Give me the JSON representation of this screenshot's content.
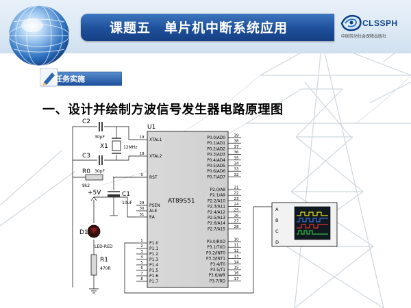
{
  "header": {
    "title": "课题五　单片机中断系统应用",
    "logo_text": "CLSSPH",
    "logo_subtext": "中国劳动社会保障出版社"
  },
  "badge": {
    "label": "任务实施"
  },
  "section": {
    "heading": "一、设计并绘制方波信号发生器电路原理图"
  },
  "circuit": {
    "chip": {
      "ref": "U1",
      "name": "AT89S51",
      "left_pins": [
        {
          "num": "19",
          "name": "XTAL1"
        },
        {
          "num": "18",
          "name": "XTAL2"
        },
        {
          "num": "9",
          "name": "RST"
        },
        {
          "num": "29",
          "name": "PSEN"
        },
        {
          "num": "30",
          "name": "ALE"
        },
        {
          "num": "31",
          "name": "EA"
        },
        {
          "num": "1",
          "name": "P1.0"
        },
        {
          "num": "2",
          "name": "P1.1"
        },
        {
          "num": "3",
          "name": "P1.2"
        },
        {
          "num": "4",
          "name": "P1.3"
        },
        {
          "num": "5",
          "name": "P1.4"
        },
        {
          "num": "6",
          "name": "P1.5"
        },
        {
          "num": "7",
          "name": "P1.6"
        },
        {
          "num": "8",
          "name": "P1.7"
        }
      ],
      "right_pins": [
        {
          "num": "39",
          "name": "P0.0/AD0"
        },
        {
          "num": "38",
          "name": "P0.1/AD1"
        },
        {
          "num": "37",
          "name": "P0.2/AD2"
        },
        {
          "num": "36",
          "name": "P0.3/AD3"
        },
        {
          "num": "35",
          "name": "P0.4/AD4"
        },
        {
          "num": "34",
          "name": "P0.5/AD5"
        },
        {
          "num": "33",
          "name": "P0.6/AD6"
        },
        {
          "num": "32",
          "name": "P0.7/AD7"
        },
        {
          "num": "21",
          "name": "P2.0/A8"
        },
        {
          "num": "22",
          "name": "P2.1/A9"
        },
        {
          "num": "23",
          "name": "P2.2/A10"
        },
        {
          "num": "24",
          "name": "P2.3/A11"
        },
        {
          "num": "25",
          "name": "P2.4/A12"
        },
        {
          "num": "26",
          "name": "P2.5/A13"
        },
        {
          "num": "27",
          "name": "P2.6/A14"
        },
        {
          "num": "28",
          "name": "P2.7/A15"
        },
        {
          "num": "10",
          "name": "P3.0/RXD"
        },
        {
          "num": "11",
          "name": "P3.1/TXD"
        },
        {
          "num": "12",
          "name": "P3.2/INT0"
        },
        {
          "num": "13",
          "name": "P3.3/INT1"
        },
        {
          "num": "14",
          "name": "P3.4/T0"
        },
        {
          "num": "15",
          "name": "P3.5/T1"
        },
        {
          "num": "16",
          "name": "P3.6/WR"
        },
        {
          "num": "17",
          "name": "P3.7/RD"
        }
      ]
    },
    "c2": {
      "ref": "C2",
      "value": "30pF"
    },
    "c3": {
      "ref": "C3",
      "value": "30pF"
    },
    "x1": {
      "ref": "X1",
      "value": "12MHz"
    },
    "r0": {
      "ref": "R0",
      "value": "8k2"
    },
    "c1": {
      "ref": "C1",
      "value": "10uF"
    },
    "vcc": {
      "label": "+5V"
    },
    "d1": {
      "ref": "D1",
      "value": "LED-RED"
    },
    "r1": {
      "ref": "R1",
      "value": "470R"
    },
    "scope": {
      "channels": [
        "A",
        "B",
        "C",
        "D"
      ]
    }
  }
}
